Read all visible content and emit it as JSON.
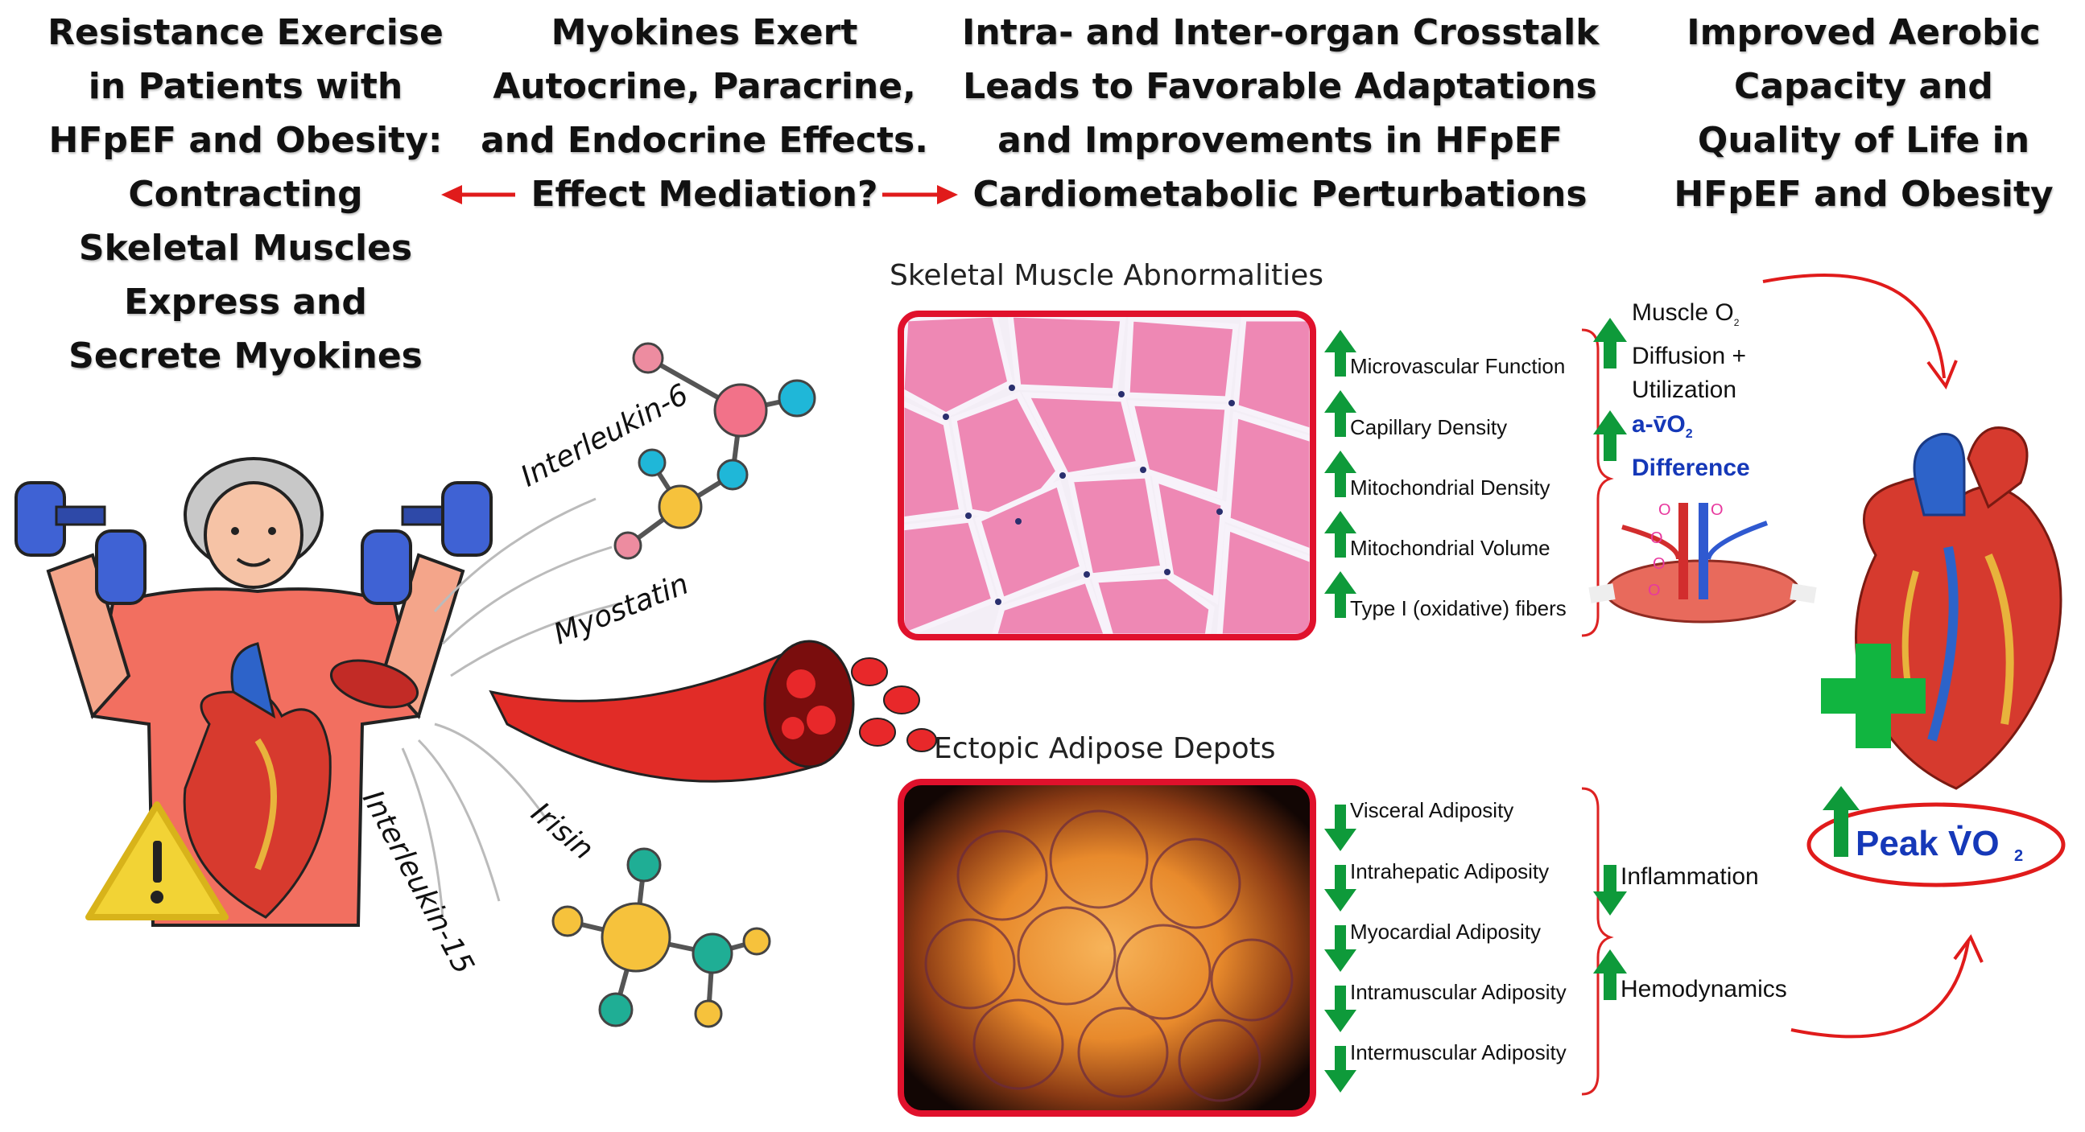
{
  "headings": {
    "exercise": [
      "Resistance Exercise",
      "in Patients with",
      "HFpEF and Obesity:",
      "Contracting",
      "Skeletal Muscles",
      "Express and",
      "Secrete Myokines"
    ],
    "myokines": [
      "Myokines Exert",
      "Autocrine, Paracrine,",
      "and Endocrine Effects.",
      "Effect Mediation?"
    ],
    "crosstalk": [
      "Intra- and Inter-organ Crosstalk",
      "Leads to Favorable Adaptations",
      "and Improvements in HFpEF",
      "Cardiometabolic Perturbations"
    ],
    "outcome": [
      "Improved Aerobic",
      "Capacity and",
      "Quality of Life in",
      "HFpEF and Obesity"
    ]
  },
  "myokine_labels": [
    "Interleukin-6",
    "Myostatin",
    "Irisin",
    "Interleukin-15"
  ],
  "skeletal_panel": {
    "title": "Skeletal Muscle Abnormalities",
    "items": [
      "Microvascular Function",
      "Capillary Density",
      "Mitochondrial Density",
      "Mitochondrial Volume",
      "Type I (oxidative) fibers"
    ],
    "direction": "up",
    "outcomes": {
      "diffusion": [
        "Muscle O",
        "Diffusion +",
        "Utilization"
      ],
      "avo2": [
        "a-v̄O",
        "Difference"
      ]
    }
  },
  "adipose_panel": {
    "title": "Ectopic Adipose Depots",
    "items": [
      "Visceral Adiposity",
      "Intrahepatic Adiposity",
      "Myocardial Adiposity",
      "Intramuscular Adiposity",
      "Intermuscular Adiposity"
    ],
    "direction": "down",
    "outcomes": {
      "inflammation": "Inflammation",
      "hemodynamics": "Hemodynamics"
    }
  },
  "o2_labels": [
    "O",
    "O",
    "O",
    "O",
    "O"
  ],
  "peak": {
    "label": "Peak V̇O"
  },
  "subscripts": {
    "two": "2"
  },
  "colors": {
    "arrow_green": "#0e9a3a",
    "red_arrow": "#e01b1b",
    "muscle_border": "#e0112c",
    "blue_text": "#1538b8",
    "plus_green": "#11b540"
  }
}
